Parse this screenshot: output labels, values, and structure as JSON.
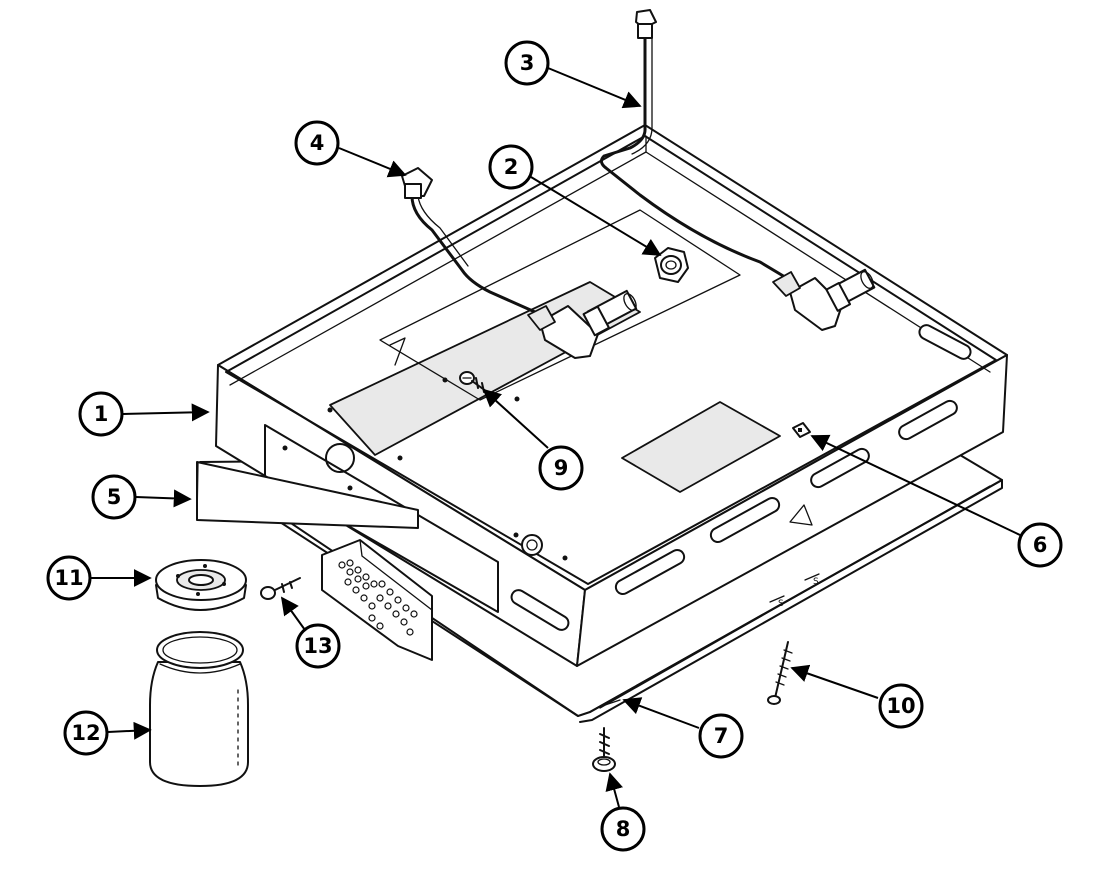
{
  "callouts": [
    {
      "label": "1"
    },
    {
      "label": "2"
    },
    {
      "label": "3"
    },
    {
      "label": "4"
    },
    {
      "label": "5"
    },
    {
      "label": "6"
    },
    {
      "label": "7"
    },
    {
      "label": "8"
    },
    {
      "label": "9"
    },
    {
      "label": "10"
    },
    {
      "label": "11"
    },
    {
      "label": "12"
    },
    {
      "label": "13"
    }
  ]
}
